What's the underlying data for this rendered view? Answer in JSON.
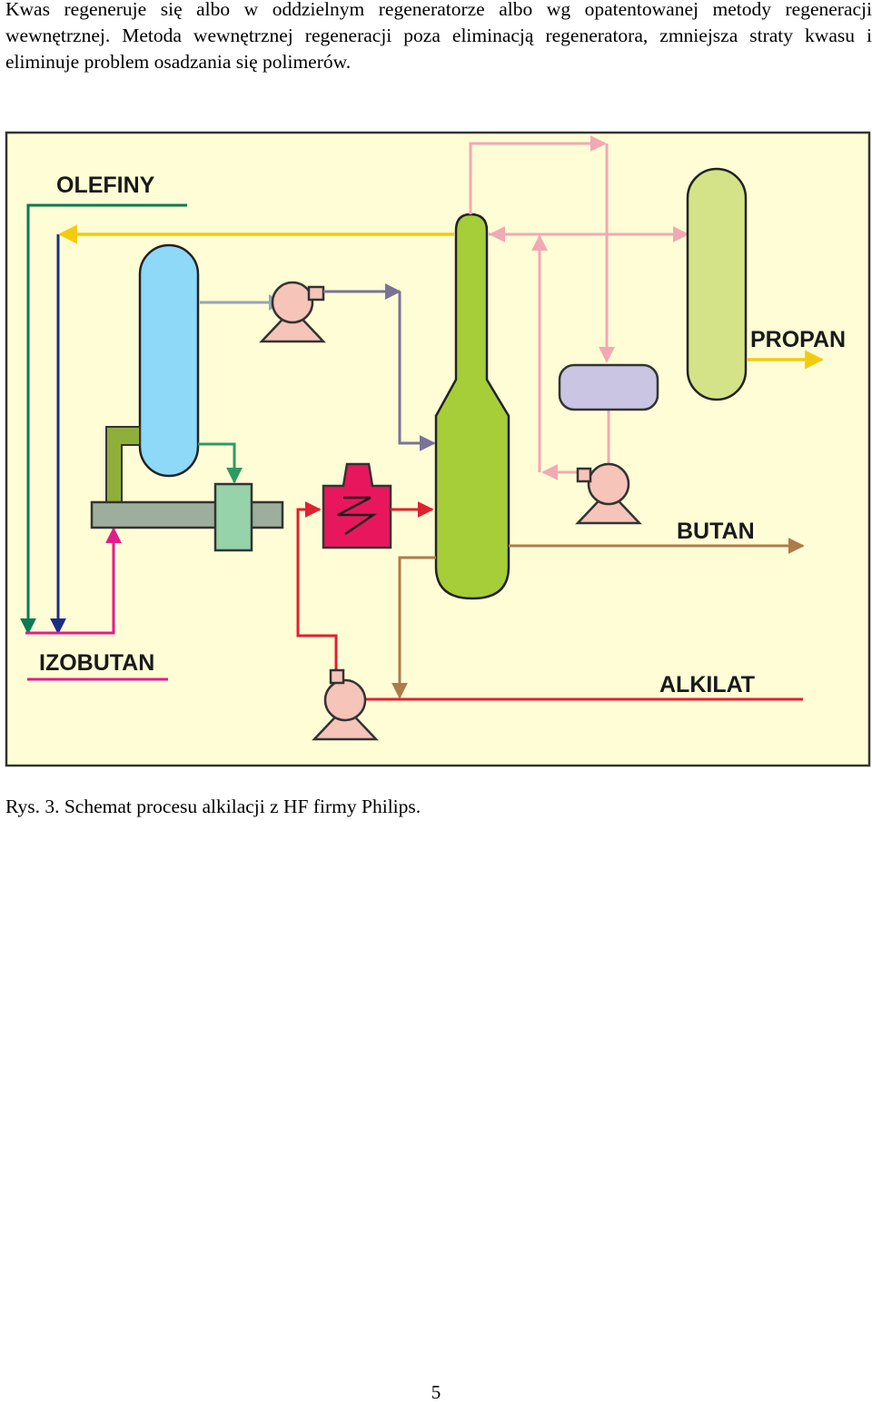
{
  "paragraph": "Kwas regeneruje się albo w oddzielnym regeneratorze albo wg opatentowanej metody regeneracji wewnętrznej. Metoda wewnętrznej regeneracji poza eliminacją regeneratora, zmniejsza straty kwasu i eliminuje problem osadzania się polimerów.",
  "diagram": {
    "labels": {
      "olefiny": "OLEFINY",
      "propan": "PROPAN",
      "butan": "BUTAN",
      "izobutan": "IZOBUTAN",
      "alkilat": "ALKILAT"
    },
    "colors": {
      "background": "#FFFDD6",
      "settler_column": "#8ED8F8",
      "main_column": "#A6CE39",
      "propane_column": "#D4E388",
      "drum": "#C9C5E2",
      "heater": "#E8175D",
      "pump": "#F6C4B8",
      "reactor_pipe": "#8FAF3A",
      "mixer": "#9EAE9C",
      "exchanger": "#96D2AA"
    }
  },
  "caption": "Rys. 3. Schemat procesu alkilacji z HF firmy Philips.",
  "page_number": "5"
}
